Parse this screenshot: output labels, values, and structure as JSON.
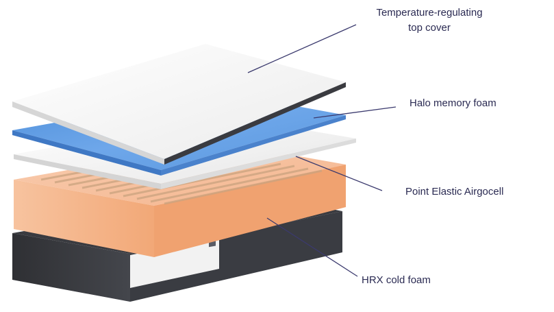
{
  "labels": {
    "top_cover_line1": "Temperature-regulating",
    "top_cover_line2": "top cover",
    "halo": "Halo memory foam",
    "point_elastic": "Point Elastic Airgocell",
    "hrx": "HRX cold foam"
  },
  "colors": {
    "leader_line": "#3b3a6e",
    "label_text": "#2a2a52",
    "top_cover": "#f4f4f4",
    "memory_foam": "#5e9be0",
    "airgocell": "#f1f1f1",
    "hrx_foam": "#f6b88e",
    "base_cover": "#3a3b40"
  }
}
